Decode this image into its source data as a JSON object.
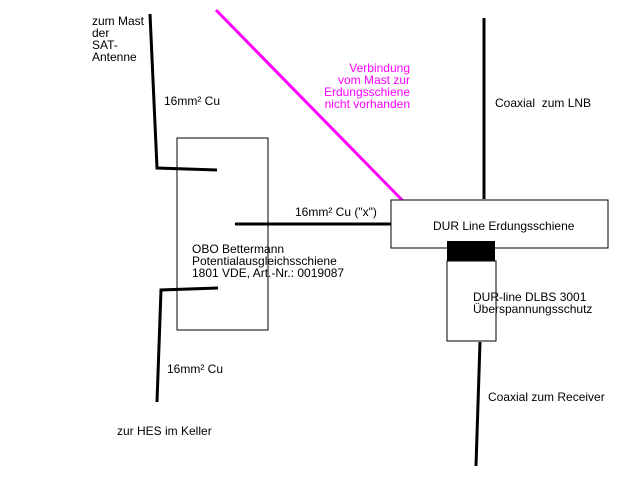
{
  "labels": {
    "mast_top": "zum Mast\nder\nSAT-\nAntenne",
    "cu_top": "16mm² Cu",
    "connection_missing": "Verbindung\nvom Mast zur\nErdungsschiene\nnicht vorhanden",
    "coax_lnb": "Coaxial  zum LNB",
    "cu_middle": "16mm² Cu (\"x\")",
    "dur_rail": "DUR Line Erdungsschiene",
    "obo_rail": "OBO Bettermann\nPotentialausgleichsschiene\n1801 VDE, Art.-Nr.: 0019087",
    "dlbs": "DUR-line DLBS 3001\nÜberspannungsschutz",
    "cu_bottom": "16mm² Cu",
    "coax_receiver": "Coaxial zum Receiver",
    "hes": "zur HES im Keller"
  },
  "colors": {
    "line": "#000000",
    "annotation": "#ff00ff"
  }
}
